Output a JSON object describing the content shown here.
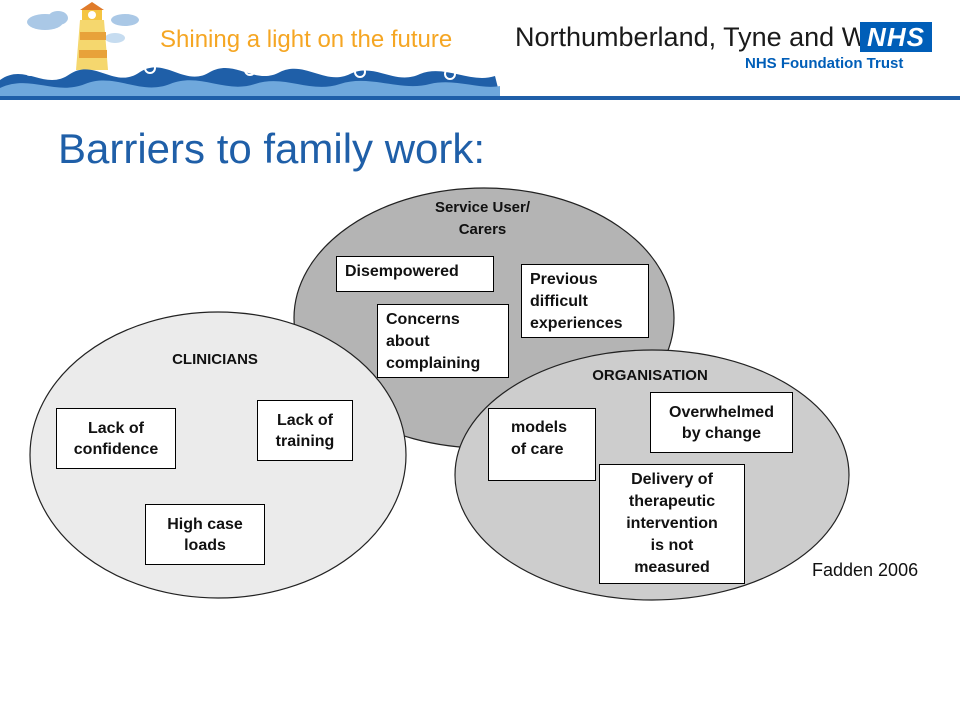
{
  "header": {
    "tagline": "Shining a light on the future",
    "trust_name": "Northumberland, Tyne and Wear",
    "nhs_logo_text": "NHS",
    "trust_subtitle": "NHS Foundation Trust",
    "colors": {
      "nhs_blue": "#005eb8",
      "tagline_orange": "#f5a623",
      "rule_blue": "#1f5fa8"
    }
  },
  "title": "Barriers to family work:",
  "diagram": {
    "service_users": {
      "label_line1": "Service User/",
      "label_line2": "Carers",
      "fill": "#b4b4b4",
      "items": {
        "disempowered": "Disempowered",
        "previous": [
          "Previous",
          "difficult",
          "experiences"
        ],
        "concerns": [
          "Concerns",
          "about",
          "complaining"
        ]
      }
    },
    "clinicians": {
      "label": "CLINICIANS",
      "fill": "#ebebeb",
      "items": {
        "lack_confidence": [
          "Lack of",
          "confidence"
        ],
        "lack_training": [
          "Lack of",
          "training"
        ],
        "high_case_loads": [
          "High case",
          "loads"
        ]
      }
    },
    "organisation": {
      "label": "ORGANISATION",
      "fill": "#cdcdcd",
      "items": {
        "models_of_care": [
          "models",
          "of care"
        ],
        "overwhelmed": [
          "Overwhelmed",
          "by change"
        ],
        "delivery": [
          "Delivery of",
          "therapeutic",
          "intervention",
          "is not",
          "measured"
        ]
      }
    }
  },
  "citation": "Fadden 2006"
}
